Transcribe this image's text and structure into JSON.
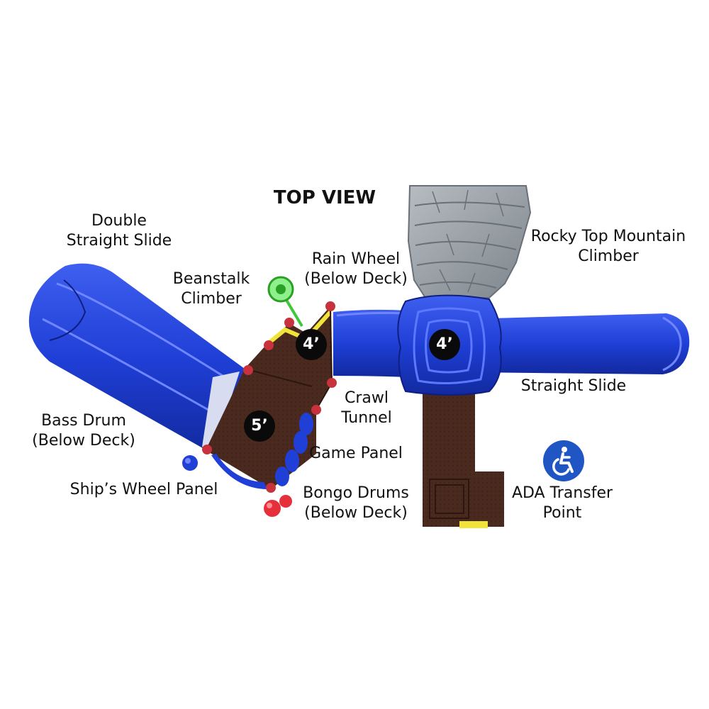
{
  "diagram": {
    "title": "TOP VIEW",
    "labels": {
      "double_straight_slide": [
        "Double",
        "Straight Slide"
      ],
      "beanstalk_climber": [
        "Beanstalk",
        "Climber"
      ],
      "rain_wheel": [
        "Rain Wheel",
        "(Below Deck)"
      ],
      "rocky_top": [
        "Rocky Top Mountain",
        "Climber"
      ],
      "straight_slide": [
        "Straight Slide"
      ],
      "crawl_tunnel": [
        "Crawl",
        "Tunnel"
      ],
      "game_panel": [
        "Game Panel"
      ],
      "bass_drum": [
        "Bass Drum",
        "(Below Deck)"
      ],
      "ships_wheel": [
        "Ship’s Wheel Panel"
      ],
      "bongo_drums": [
        "Bongo Drums",
        "(Below Deck)"
      ],
      "ada_transfer": [
        "ADA Transfer",
        "Point"
      ]
    },
    "deck_heights": {
      "upper_left": "4’",
      "center_right": "4’",
      "lower_left": "5’"
    },
    "icons": {
      "accessibility": "wheelchair-accessibility-icon"
    },
    "colors": {
      "slide_blue": "#1f3fd6",
      "deck_brown": "#4a2a1e",
      "climber_gray": "#9aa1a8",
      "accent_yellow": "#f0e43a",
      "post_red": "#c8323c",
      "climber_green": "#3ec83a",
      "ada_blue": "#1f56c4"
    }
  }
}
